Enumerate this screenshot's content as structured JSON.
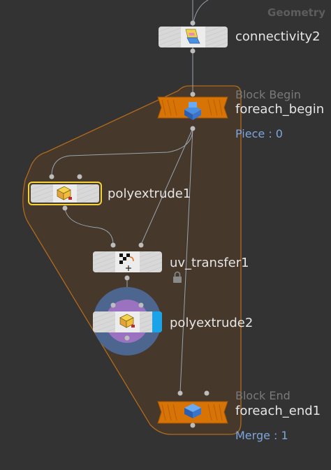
{
  "network": {
    "context_label": "Geometry",
    "nodes": {
      "connectivity2": {
        "name": "connectivity2",
        "icon": "connectivity-icon"
      },
      "foreach_begin": {
        "name": "foreach_begin",
        "label": "Block Begin",
        "info": "Piece : 0",
        "icon": "block-begin-icon"
      },
      "polyextrude1": {
        "name": "polyextrude1",
        "icon": "polyextrude-icon"
      },
      "uv_transfer1": {
        "name": "uv_transfer1",
        "icon": "uv-transfer-icon",
        "locked": true
      },
      "polyextrude2": {
        "name": "polyextrude2",
        "icon": "polyextrude-icon"
      },
      "foreach_end": {
        "name": "foreach_end1",
        "label": "Block End",
        "info": "Merge : 1",
        "icon": "block-end-icon"
      }
    }
  },
  "colors": {
    "background": "#333333",
    "node_body": "#d8d8d8",
    "block_orange": "#d87306",
    "selected_outline": "#f2d33a",
    "display_flag": "#1aa3e8",
    "wire": "#9aa4b0",
    "block_region": "#4a3a2a"
  }
}
